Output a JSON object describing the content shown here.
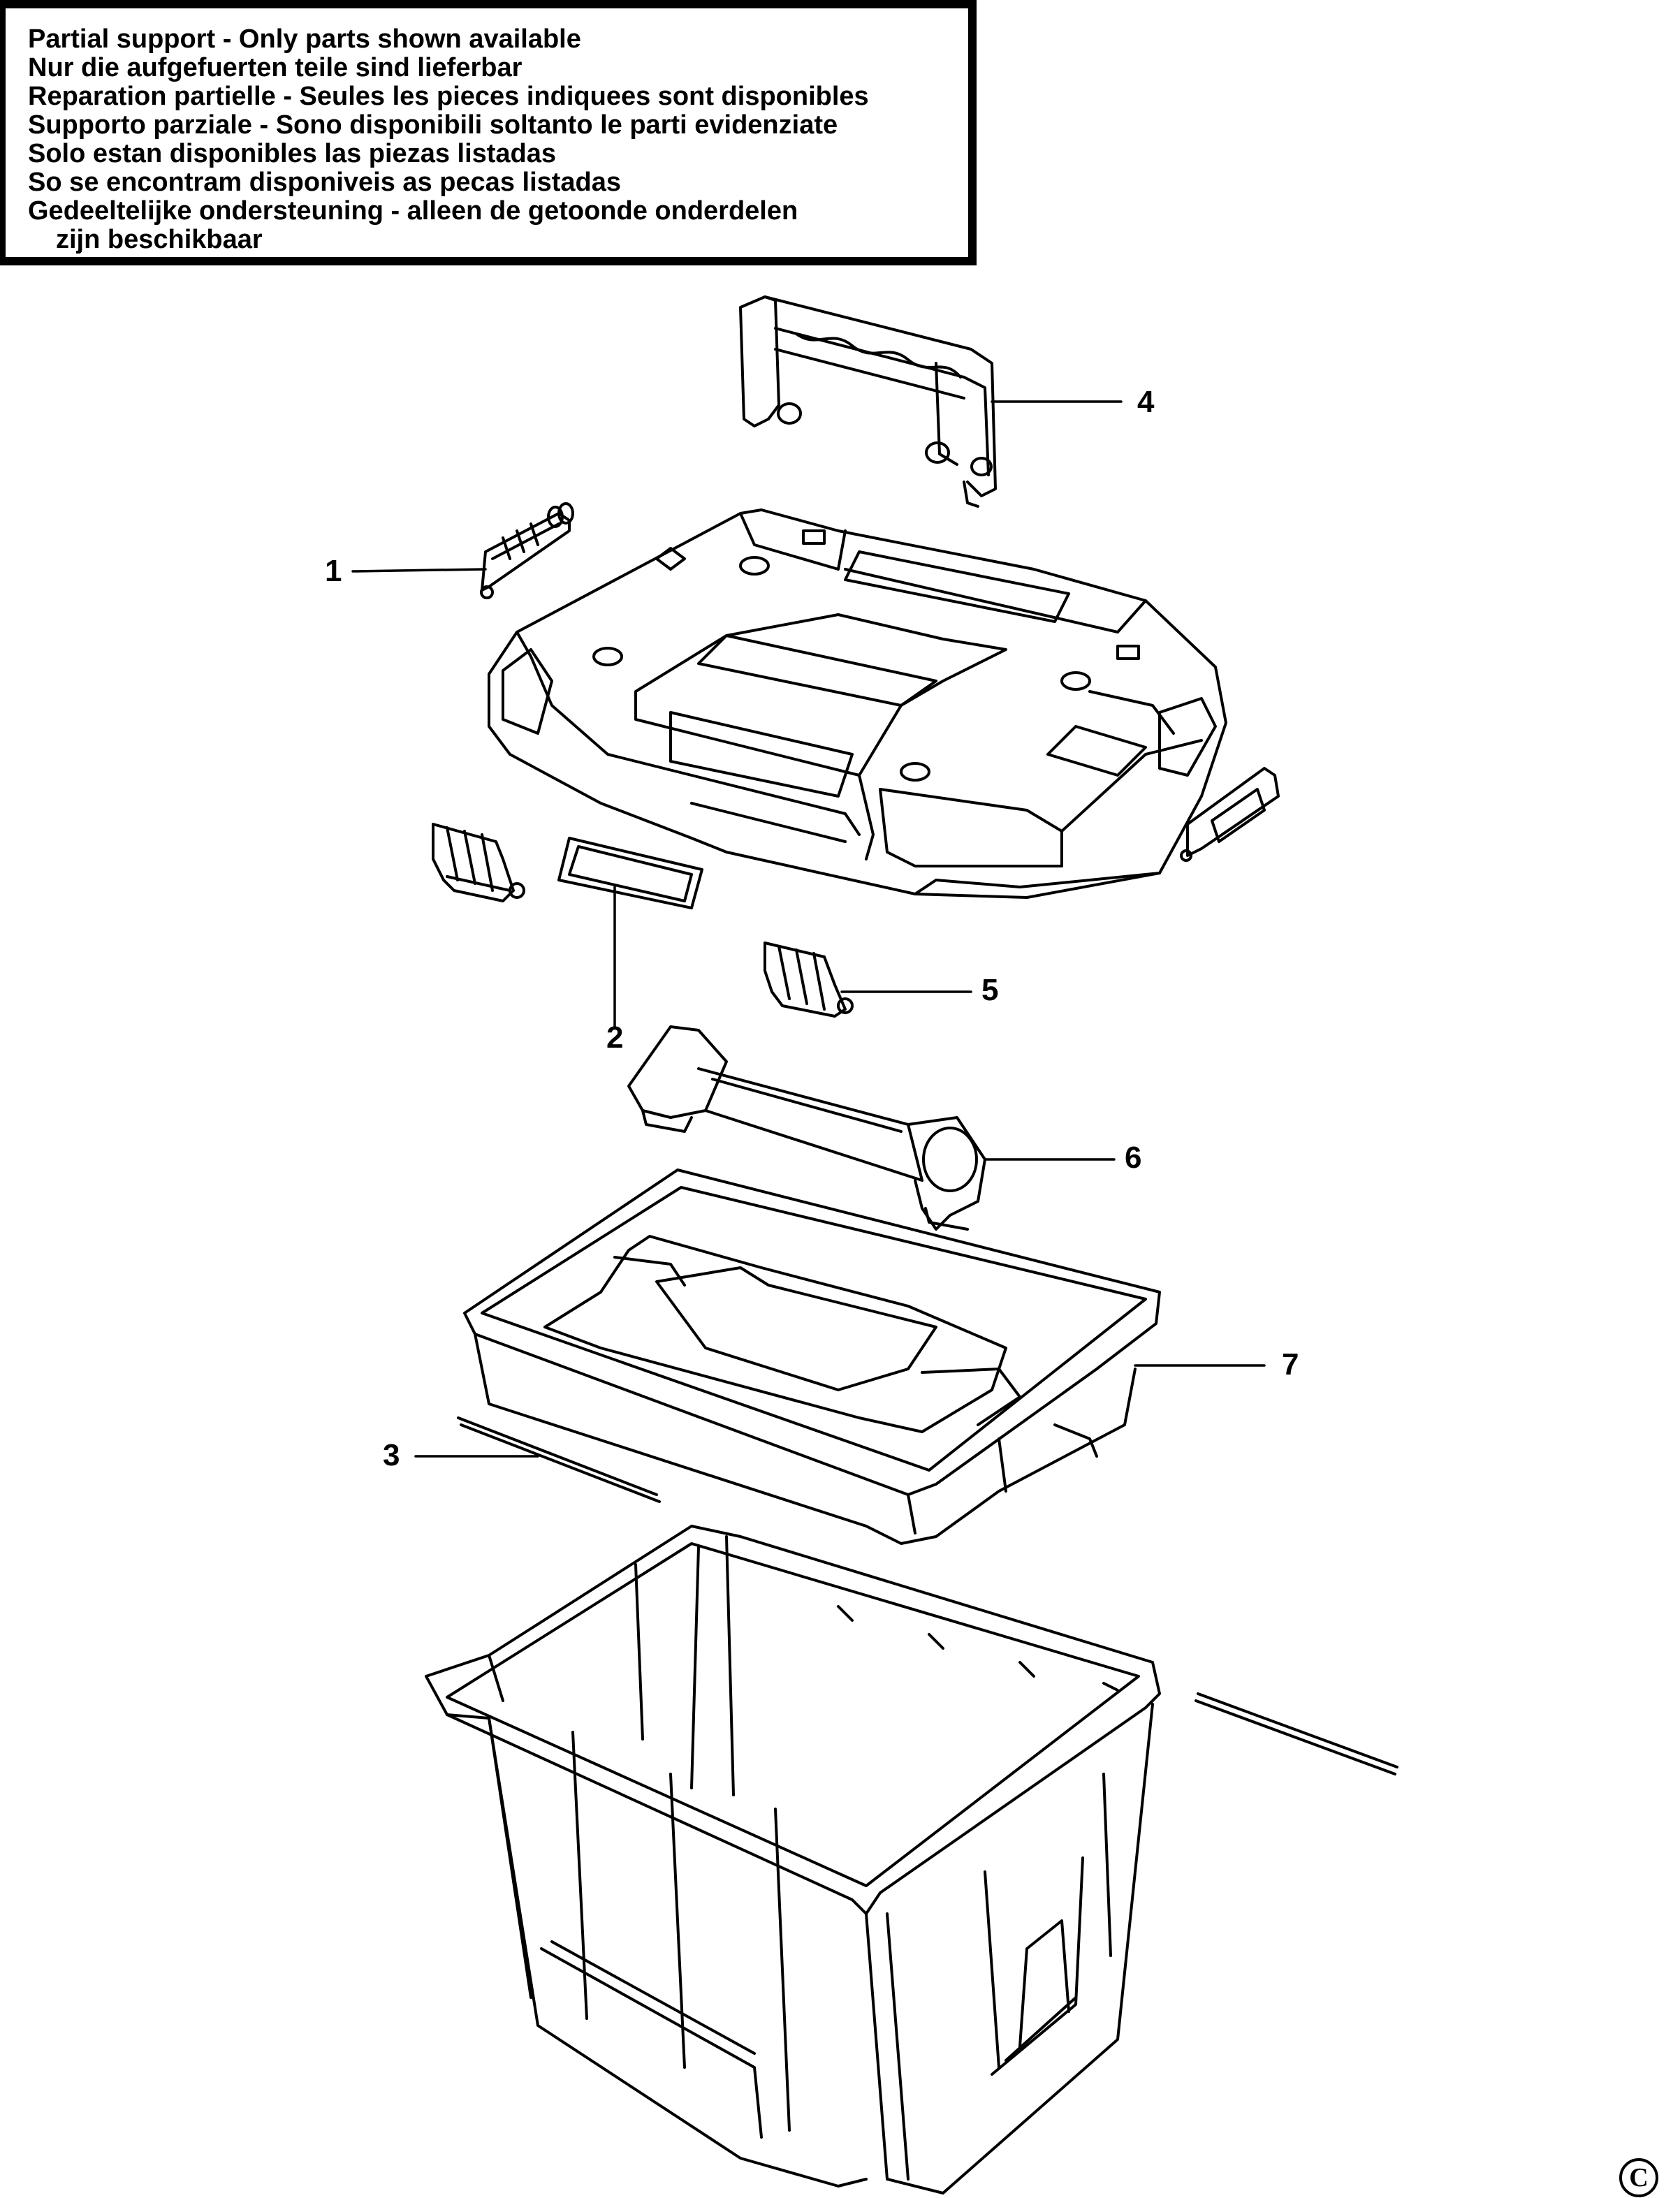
{
  "notice": {
    "lines": [
      "Partial support - Only parts shown available",
      "Nur die aufgefuerten teile sind lieferbar",
      "Reparation partielle - Seules les pieces indiquees sont disponibles",
      "Supporto parziale - Sono disponibili soltanto le parti evidenziate",
      "Solo estan disponibles las piezas listadas",
      "So se encontram disponiveis as pecas listadas",
      "Gedeeltelijke ondersteuning - alleen de getoonde onderdelen",
      "zijn beschikbaar"
    ]
  },
  "parts": {
    "p1": "1",
    "p2": "2",
    "p3": "3",
    "p4": "4",
    "p5": "5",
    "p6": "6",
    "p7": "7"
  },
  "copyright": "C"
}
